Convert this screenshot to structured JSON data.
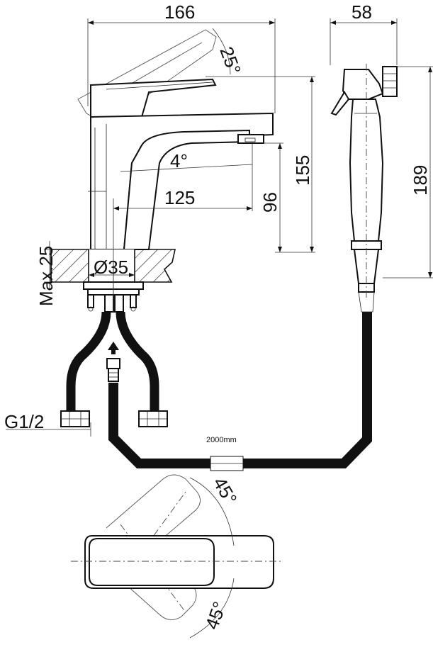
{
  "dimensions": {
    "width_total": "166",
    "lever_angle": "25°",
    "spout_tilt": "4°",
    "spout_reach": "125",
    "spout_height": "96",
    "body_height": "155",
    "countertop_max": "Max.25",
    "hole_diameter": "Ø35",
    "connection_thread": "G1/2",
    "hose_length": "2000mm",
    "shower_width": "58",
    "shower_length": "189",
    "rotation_top": "45°",
    "rotation_bottom": "45°"
  }
}
